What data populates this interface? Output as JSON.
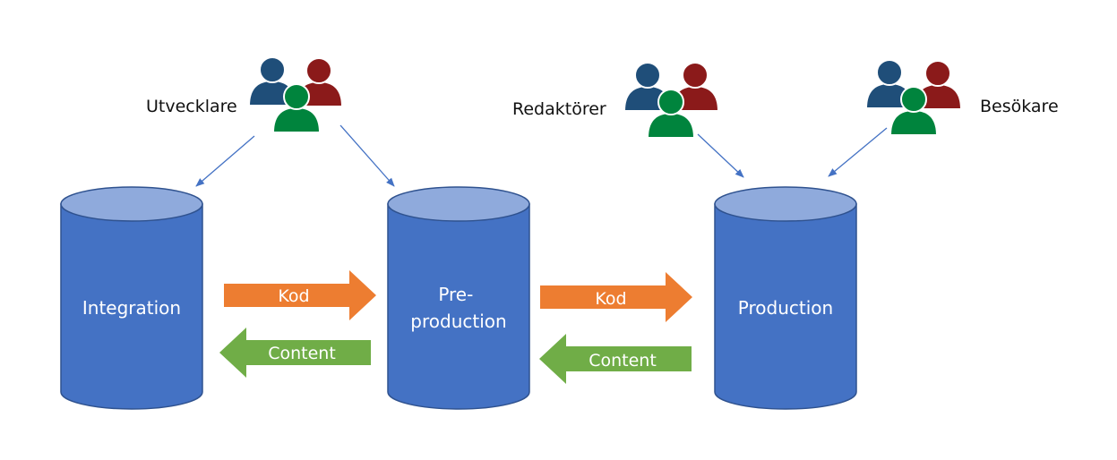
{
  "databases": [
    {
      "id": "integration",
      "lines": [
        "Integration"
      ]
    },
    {
      "id": "preproduction",
      "lines": [
        "Pre-",
        "production"
      ]
    },
    {
      "id": "production",
      "lines": [
        "Production"
      ]
    }
  ],
  "arrows": {
    "kod_1": "Kod",
    "content_1": "Content",
    "kod_2": "Kod",
    "content_2": "Content"
  },
  "user_groups": {
    "developers": "Utvecklare",
    "editors": "Redaktörer",
    "visitors": "Besökare"
  },
  "colors": {
    "cylinder_body": "#4472c4",
    "cylinder_top": "#8faadc",
    "cylinder_stroke": "#2f528f",
    "kod_arrow": "#ed7d31",
    "content_arrow": "#70ad47",
    "person_blue": "#1f4e79",
    "person_red": "#8b1a1a",
    "person_green": "#00843d",
    "connector": "#4472c4"
  }
}
